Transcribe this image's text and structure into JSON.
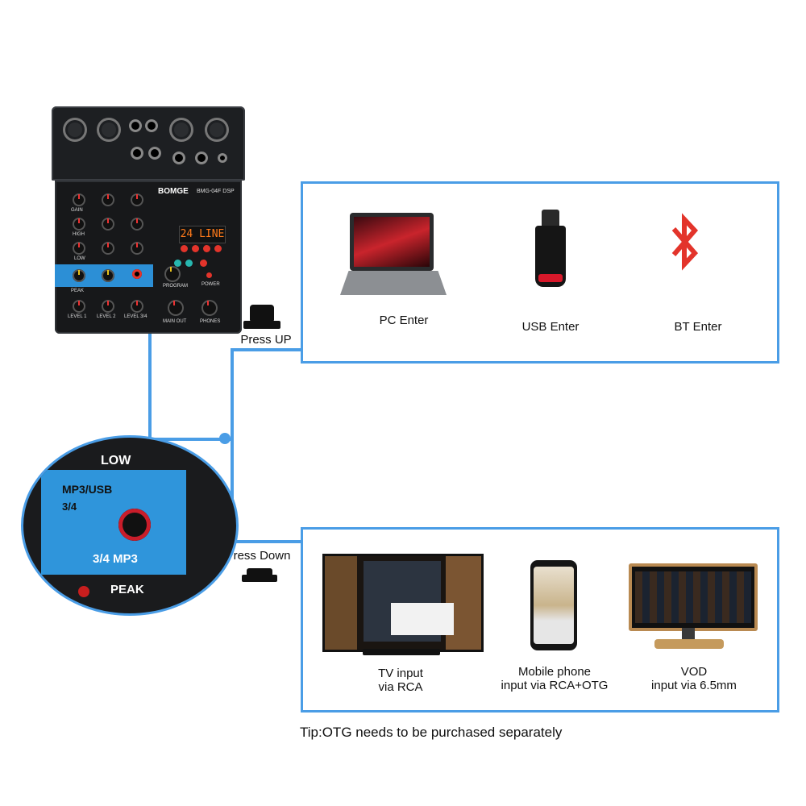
{
  "labels": {
    "press_up": "Press UP",
    "press_down": "Press Down",
    "pc": "PC Enter",
    "usb": "USB Enter",
    "bt": "BT Enter",
    "tv_line1": "TV input",
    "tv_line2": "via RCA",
    "mobile_line1": "Mobile phone",
    "mobile_line2": "input via RCA+OTG",
    "vod_line1": "VOD",
    "vod_line2": "input via 6.5mm",
    "tip": "Tip:OTG needs to be purchased separately"
  },
  "mixer": {
    "brand": "BOMGE",
    "model": "BMG-04F DSP",
    "display": "24 LINE",
    "level1": "LEVEL 1",
    "level2": "LEVEL 2",
    "level34": "LEVEL 3/4",
    "main_out": "MAIN OUT",
    "phones": "PHONES",
    "program": "PROGRAM",
    "power": "POWER",
    "gain": "GAIN",
    "high": "HIGH",
    "low": "LOW",
    "peak": "PEAK"
  },
  "zoom": {
    "low": "LOW",
    "mp3usb": "MP3/USB",
    "three_four": "3/4",
    "mp3": "3/4 MP3",
    "peak": "PEAK"
  },
  "colors": {
    "accent": "#4a9de6",
    "mixer_blue": "#2f95db",
    "bluetooth_red": "#e3342b"
  }
}
